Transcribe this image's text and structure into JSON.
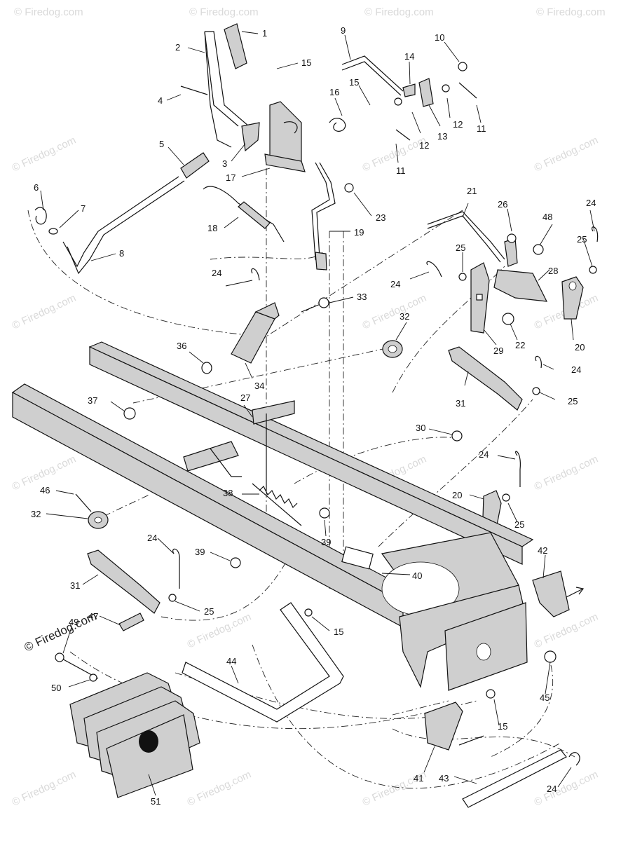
{
  "watermark": {
    "text": "© Firedog.com",
    "main_text": "© Firedog.com"
  },
  "callouts": {
    "c1": "1",
    "c2": "2",
    "c3": "3",
    "c4": "4",
    "c5": "5",
    "c6": "6",
    "c7": "7",
    "c8": "8",
    "c9": "9",
    "c10": "10",
    "c11a": "11",
    "c11b": "11",
    "c12a": "12",
    "c12b": "12",
    "c13": "13",
    "c14": "14",
    "c15a": "15",
    "c15b": "15",
    "c15c": "15",
    "c15d": "15",
    "c16": "16",
    "c17": "17",
    "c18": "18",
    "c19": "19",
    "c20a": "20",
    "c20b": "20",
    "c21": "21",
    "c22": "22",
    "c23": "23",
    "c24a": "24",
    "c24b": "24",
    "c24c": "24",
    "c24d": "24",
    "c24e": "24",
    "c24f": "24",
    "c24g": "24",
    "c25a": "25",
    "c25b": "25",
    "c25c": "25",
    "c25d": "25",
    "c25e": "25",
    "c26": "26",
    "c27": "27",
    "c28": "28",
    "c29": "29",
    "c30": "30",
    "c31a": "31",
    "c31b": "31",
    "c32a": "32",
    "c32b": "32",
    "c33": "33",
    "c34": "34",
    "c36": "36",
    "c37": "37",
    "c38": "38",
    "c39a": "39",
    "c39b": "39",
    "c40": "40",
    "c41": "41",
    "c42": "42",
    "c43": "43",
    "c44": "44",
    "c45": "45",
    "c46": "46",
    "c47": "47",
    "c48": "48",
    "c49": "49",
    "c50": "50",
    "c51": "51"
  }
}
